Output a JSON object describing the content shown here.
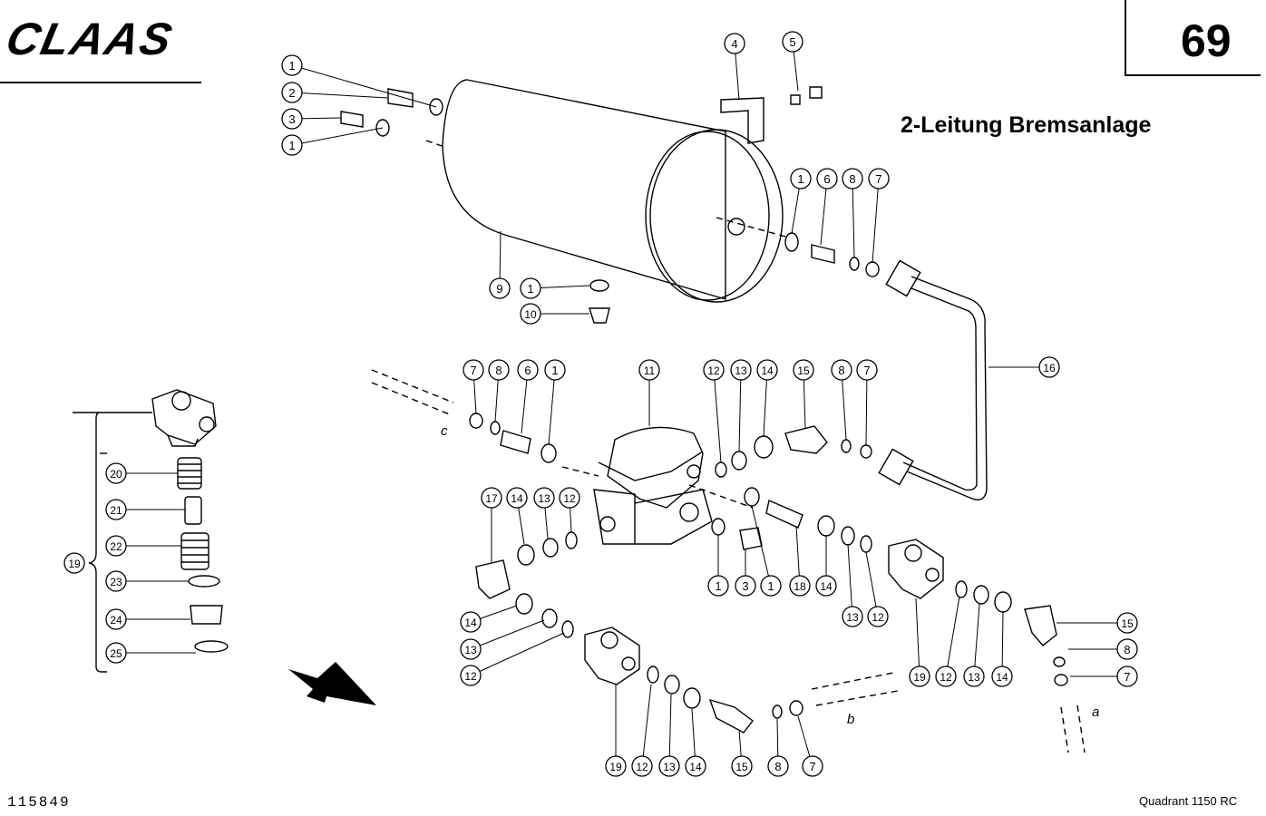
{
  "header": {
    "brand": "CLAAS",
    "page_number": "69"
  },
  "title": "2-Leitung Bremsanlage",
  "footer": {
    "document_number": "115849",
    "model": "Quadrant 1150 RC"
  },
  "callouts": [
    "1",
    "2",
    "3",
    "1",
    "4",
    "5",
    "1",
    "6",
    "8",
    "7",
    "9",
    "1",
    "10",
    "7",
    "8",
    "6",
    "1",
    "11",
    "12",
    "13",
    "14",
    "15",
    "8",
    "7",
    "16",
    "17",
    "14",
    "13",
    "12",
    "1",
    "3",
    "1",
    "18",
    "14",
    "13",
    "12",
    "14",
    "13",
    "12",
    "19",
    "12",
    "13",
    "14",
    "15",
    "8",
    "7",
    "19",
    "20",
    "21",
    "22",
    "23",
    "24",
    "25",
    "19",
    "12",
    "13",
    "14",
    "15",
    "8",
    "7"
  ],
  "line_labels": [
    "c",
    "b",
    "a"
  ]
}
